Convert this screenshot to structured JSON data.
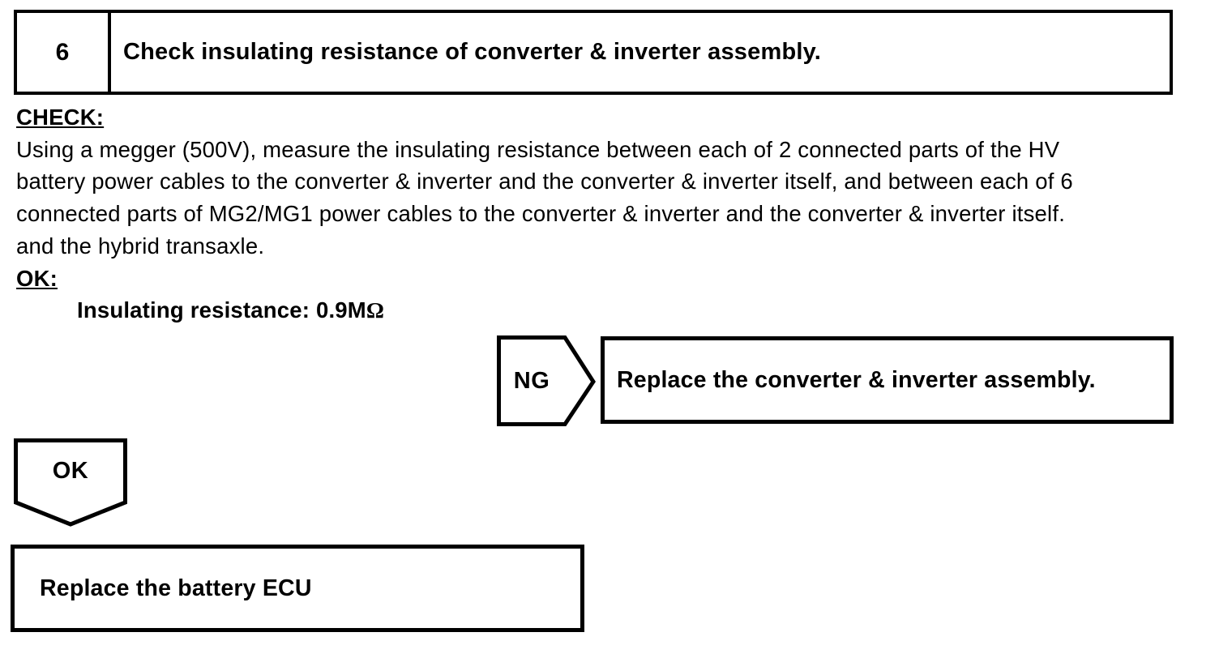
{
  "document": {
    "step_number": "6",
    "step_title": "Check insulating resistance of converter & inverter assembly.",
    "check_label": "CHECK:",
    "check_lines": [
      "Using a megger (500V), measure the insulating resistance between each of 2 connected parts of the HV",
      "battery power cables to the converter & inverter and the converter & inverter itself, and between each of 6",
      "connected parts of MG2/MG1 power cables to the converter & inverter and the converter & inverter itself.",
      "and the hybrid transaxle."
    ],
    "ok_label": "OK:",
    "spec_text": "Insulating resistance: 0.9M",
    "spec_unit": "Ω",
    "ng_connector_label": "NG",
    "ng_action": "Replace the converter & inverter assembly.",
    "ok_connector_label": "OK",
    "ok_action": "Replace the battery ECU",
    "colors": {
      "ink": "#000000",
      "paper": "#ffffff"
    }
  }
}
